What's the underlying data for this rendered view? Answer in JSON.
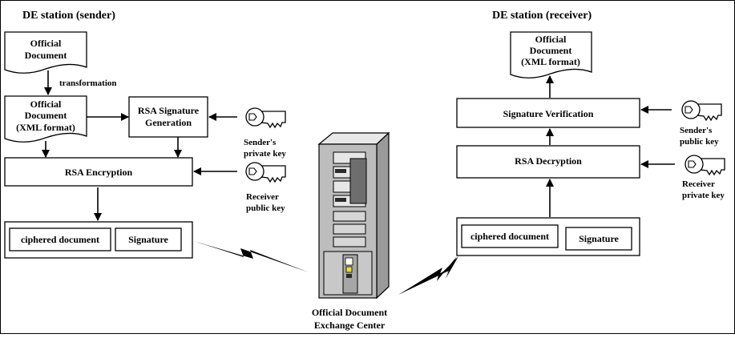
{
  "sender": {
    "title": "DE station (sender)",
    "official_doc_l1": "Official",
    "official_doc_l2": "Document",
    "transformation": "transformation",
    "xml_doc_l1": "Official",
    "xml_doc_l2": "Document",
    "xml_doc_l3": "(XML format)",
    "rsa_sig_l1": "RSA Signature",
    "rsa_sig_l2": "Generation",
    "senders_key_l1": "Sender's",
    "senders_key_l2": "private key",
    "rsa_encryption": "RSA Encryption",
    "receiver_key_l1": "Receiver",
    "receiver_key_l2": "public key",
    "ciphered_document": "ciphered document",
    "signature": "Signature"
  },
  "receiver": {
    "title": "DE station (receiver)",
    "xml_doc_l1": "Official",
    "xml_doc_l2": "Document",
    "xml_doc_l3": "(XML format)",
    "signature_verification": "Signature Verification",
    "senders_key_l1": "Sender's",
    "senders_key_l2": "public key",
    "rsa_decryption": "RSA Decryption",
    "receiver_key_l1": "Receiver",
    "receiver_key_l2": "private key",
    "ciphered_document": "ciphered document",
    "signature": "Signature"
  },
  "center": {
    "label_l1": "Official Document",
    "label_l2": "Exchange Center"
  },
  "icons": {
    "key": "key-icon",
    "server": "server-tower-icon",
    "link": "lightning-link-icon"
  }
}
